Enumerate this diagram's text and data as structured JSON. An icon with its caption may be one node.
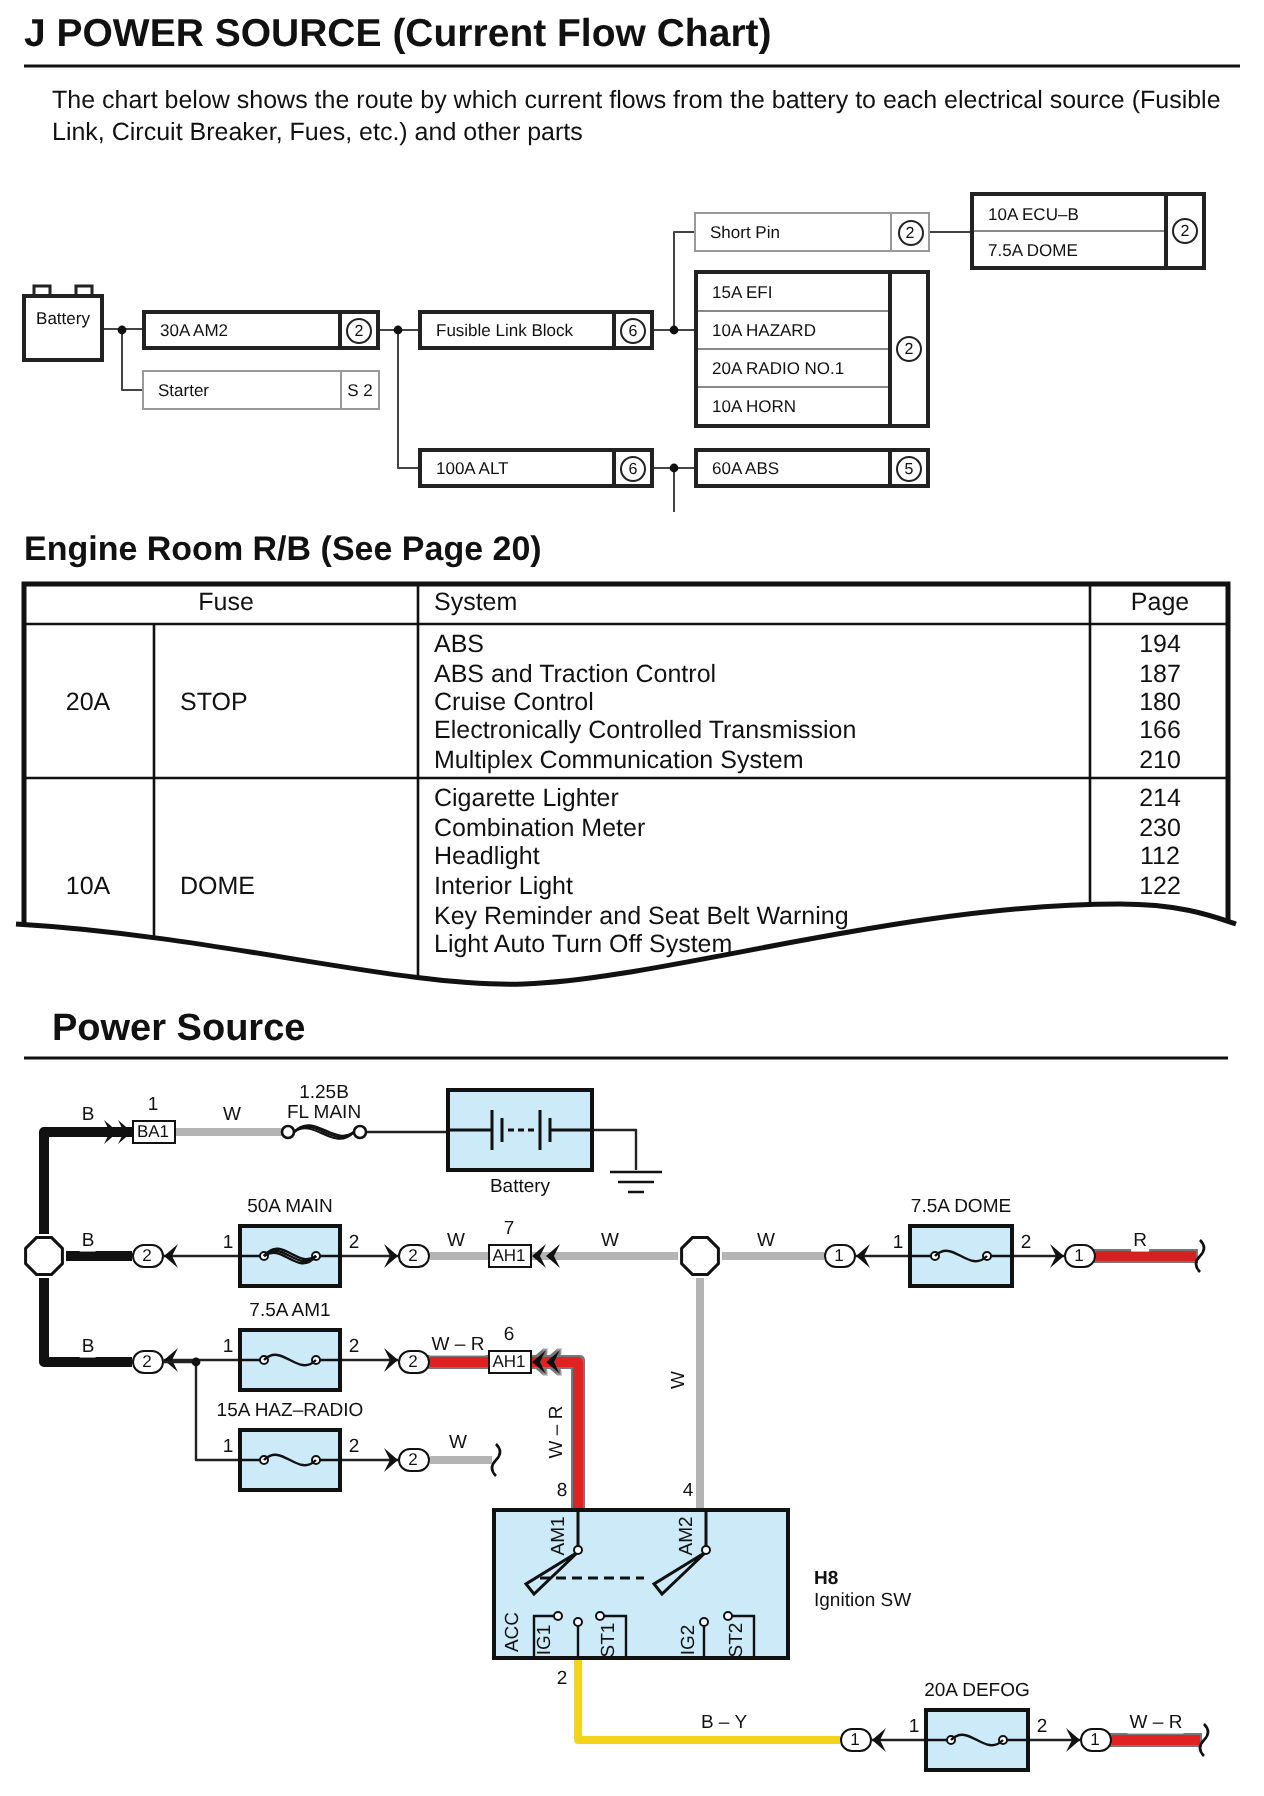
{
  "diagram": {
    "title": "J POWER SOURCE (Current Flow Chart)",
    "nodes": [
      {
        "text": [
          "Battery"
        ]
      },
      {
        "text": [
          "30A AM2",
          "2"
        ]
      },
      {
        "text": [
          "Starter",
          "S 2"
        ]
      },
      {
        "text": [
          "Fusible Link Block",
          "6"
        ]
      },
      {
        "text": [
          "100A ALT",
          "6"
        ]
      },
      {
        "text": [
          "Short Pin",
          "2"
        ]
      },
      {
        "text": [
          "15A EFI",
          "10A HAZARD",
          "20A RADIO NO.1",
          "10A HORN",
          "2"
        ]
      },
      {
        "text": [
          "60A ABS",
          "5"
        ]
      },
      {
        "text": [
          "10A ECU–B",
          "7.5A DOME",
          "2"
        ]
      },
      {
        "text": [],
        "shape": "octagon"
      },
      {
        "text": [
          "BA1"
        ],
        "beside": [
          "1"
        ]
      },
      {
        "text": [
          "1.25B",
          "FL MAIN"
        ]
      },
      {
        "text": [
          "Battery"
        ]
      },
      {
        "text": [],
        "shape": "ground"
      },
      {
        "text": [
          "2"
        ]
      },
      {
        "text": [
          "50A MAIN"
        ],
        "beside": [
          "1",
          "2"
        ]
      },
      {
        "text": [
          "2"
        ]
      },
      {
        "text": [
          "AH1"
        ],
        "beside": [
          "7"
        ]
      },
      {
        "text": [],
        "shape": "octagon"
      },
      {
        "text": [
          "1"
        ]
      },
      {
        "text": [
          "7.5A DOME"
        ],
        "beside": [
          "1",
          "2"
        ]
      },
      {
        "text": [
          "1"
        ]
      },
      {
        "text": [
          "2"
        ]
      },
      {
        "text": [
          "7.5A AM1"
        ],
        "beside": [
          "1",
          "2"
        ]
      },
      {
        "text": [
          "2"
        ]
      },
      {
        "text": [
          "AH1"
        ],
        "beside": [
          "6"
        ]
      },
      {
        "text": [
          "15A HAZ–RADIO"
        ],
        "beside": [
          "1",
          "2"
        ]
      },
      {
        "text": [
          "2"
        ]
      },
      {
        "text": [
          "H8",
          "Ignition SW",
          "AM1",
          "AM2",
          "ACC",
          "IG1",
          "ST1",
          "IG2",
          "ST2"
        ],
        "beside": [
          "8",
          "4",
          "2"
        ]
      },
      {
        "text": [
          "1"
        ]
      },
      {
        "text": [
          "20A DEFOG"
        ],
        "beside": [
          "1",
          "2"
        ]
      },
      {
        "text": [
          "1"
        ]
      }
    ],
    "edges": [
      {
        "from": 0,
        "to": 1,
        "arrow": "none"
      },
      {
        "from": 0,
        "to": 2,
        "arrow": "none"
      },
      {
        "from": 1,
        "to": 3,
        "arrow": "none"
      },
      {
        "from": 1,
        "to": 4,
        "arrow": "none"
      },
      {
        "from": 3,
        "to": 5,
        "arrow": "none"
      },
      {
        "from": 3,
        "to": 6,
        "arrow": "none"
      },
      {
        "from": 5,
        "to": 8,
        "arrow": "none"
      },
      {
        "from": 4,
        "to": 7,
        "arrow": "none"
      },
      {
        "from": 4,
        "to": null,
        "arrow": "none"
      },
      {
        "from": 9,
        "to": 10,
        "arrow": "to",
        "label": "B",
        "style": "thick",
        "color": "#111111"
      },
      {
        "from": 10,
        "to": 11,
        "arrow": "none",
        "label": "W",
        "style": "thick",
        "color": "#b4b4b4"
      },
      {
        "from": 11,
        "to": 12,
        "arrow": "none"
      },
      {
        "from": 12,
        "to": 13,
        "arrow": "none"
      },
      {
        "from": 9,
        "to": 14,
        "arrow": "none",
        "label": "B",
        "style": "thick",
        "color": "#111111"
      },
      {
        "from": 15,
        "to": 14,
        "arrow": "to"
      },
      {
        "from": 15,
        "to": 16,
        "arrow": "to"
      },
      {
        "from": 16,
        "to": 17,
        "arrow": "none",
        "label": "W",
        "style": "thick",
        "color": "#b4b4b4"
      },
      {
        "from": 18,
        "to": 17,
        "arrow": "to",
        "label": "W",
        "style": "thick",
        "color": "#b4b4b4"
      },
      {
        "from": 18,
        "to": 19,
        "arrow": "none",
        "label": "W",
        "style": "thick",
        "color": "#b4b4b4"
      },
      {
        "from": 20,
        "to": 19,
        "arrow": "to"
      },
      {
        "from": 20,
        "to": 21,
        "arrow": "to"
      },
      {
        "from": 21,
        "to": null,
        "arrow": "none",
        "label": "R",
        "style": "thick",
        "color": "#d42020"
      },
      {
        "from": 9,
        "to": 22,
        "arrow": "none",
        "label": "B",
        "style": "thick",
        "color": "#111111"
      },
      {
        "from": 23,
        "to": 22,
        "arrow": "to"
      },
      {
        "from": 23,
        "to": 24,
        "arrow": "to"
      },
      {
        "from": 24,
        "to": 25,
        "arrow": "none",
        "label": "W – R",
        "style": "thick",
        "color": "#e02020"
      },
      {
        "from": 28,
        "to": 25,
        "arrow": "to",
        "label": "W – R",
        "style": "thick",
        "color": "#e02020"
      },
      {
        "from": 22,
        "to": 26,
        "arrow": "none"
      },
      {
        "from": 26,
        "to": 27,
        "arrow": "to"
      },
      {
        "from": 27,
        "to": null,
        "arrow": "none",
        "label": "W",
        "style": "thick",
        "color": "#b4b4b4"
      },
      {
        "from": 18,
        "to": 28,
        "arrow": "none",
        "label": "W",
        "style": "thick",
        "color": "#b4b4b4"
      },
      {
        "from": 28,
        "to": 29,
        "arrow": "none",
        "label": "B – Y",
        "style": "thick",
        "color": "#f2d41c"
      },
      {
        "from": 30,
        "to": 29,
        "arrow": "to"
      },
      {
        "from": 30,
        "to": 31,
        "arrow": "to"
      },
      {
        "from": 31,
        "to": null,
        "arrow": "none",
        "label": "W – R",
        "style": "thick",
        "color": "#e02020"
      }
    ],
    "labels": [
      "The chart below shows the route by which current flows from the battery to each electrical source (Fusible Link, Circuit Breaker, Fues, etc.) and other parts",
      "Engine Room R/B (See Page 20)",
      "Fuse",
      "System",
      "Page",
      "20A",
      "STOP",
      "ABS",
      "194",
      "ABS and Traction Control",
      "187",
      "Cruise Control",
      "180",
      "Electronically Controlled Transmission",
      "166",
      "Multiplex Communication System",
      "210",
      "10A",
      "DOME",
      "Cigarette Lighter",
      "214",
      "Combination Meter",
      "230",
      "Headlight",
      "112",
      "Interior Light",
      "122",
      "Key Reminder and Seat Belt Warning",
      "Light Auto Turn Off System",
      "Power Source"
    ]
  }
}
